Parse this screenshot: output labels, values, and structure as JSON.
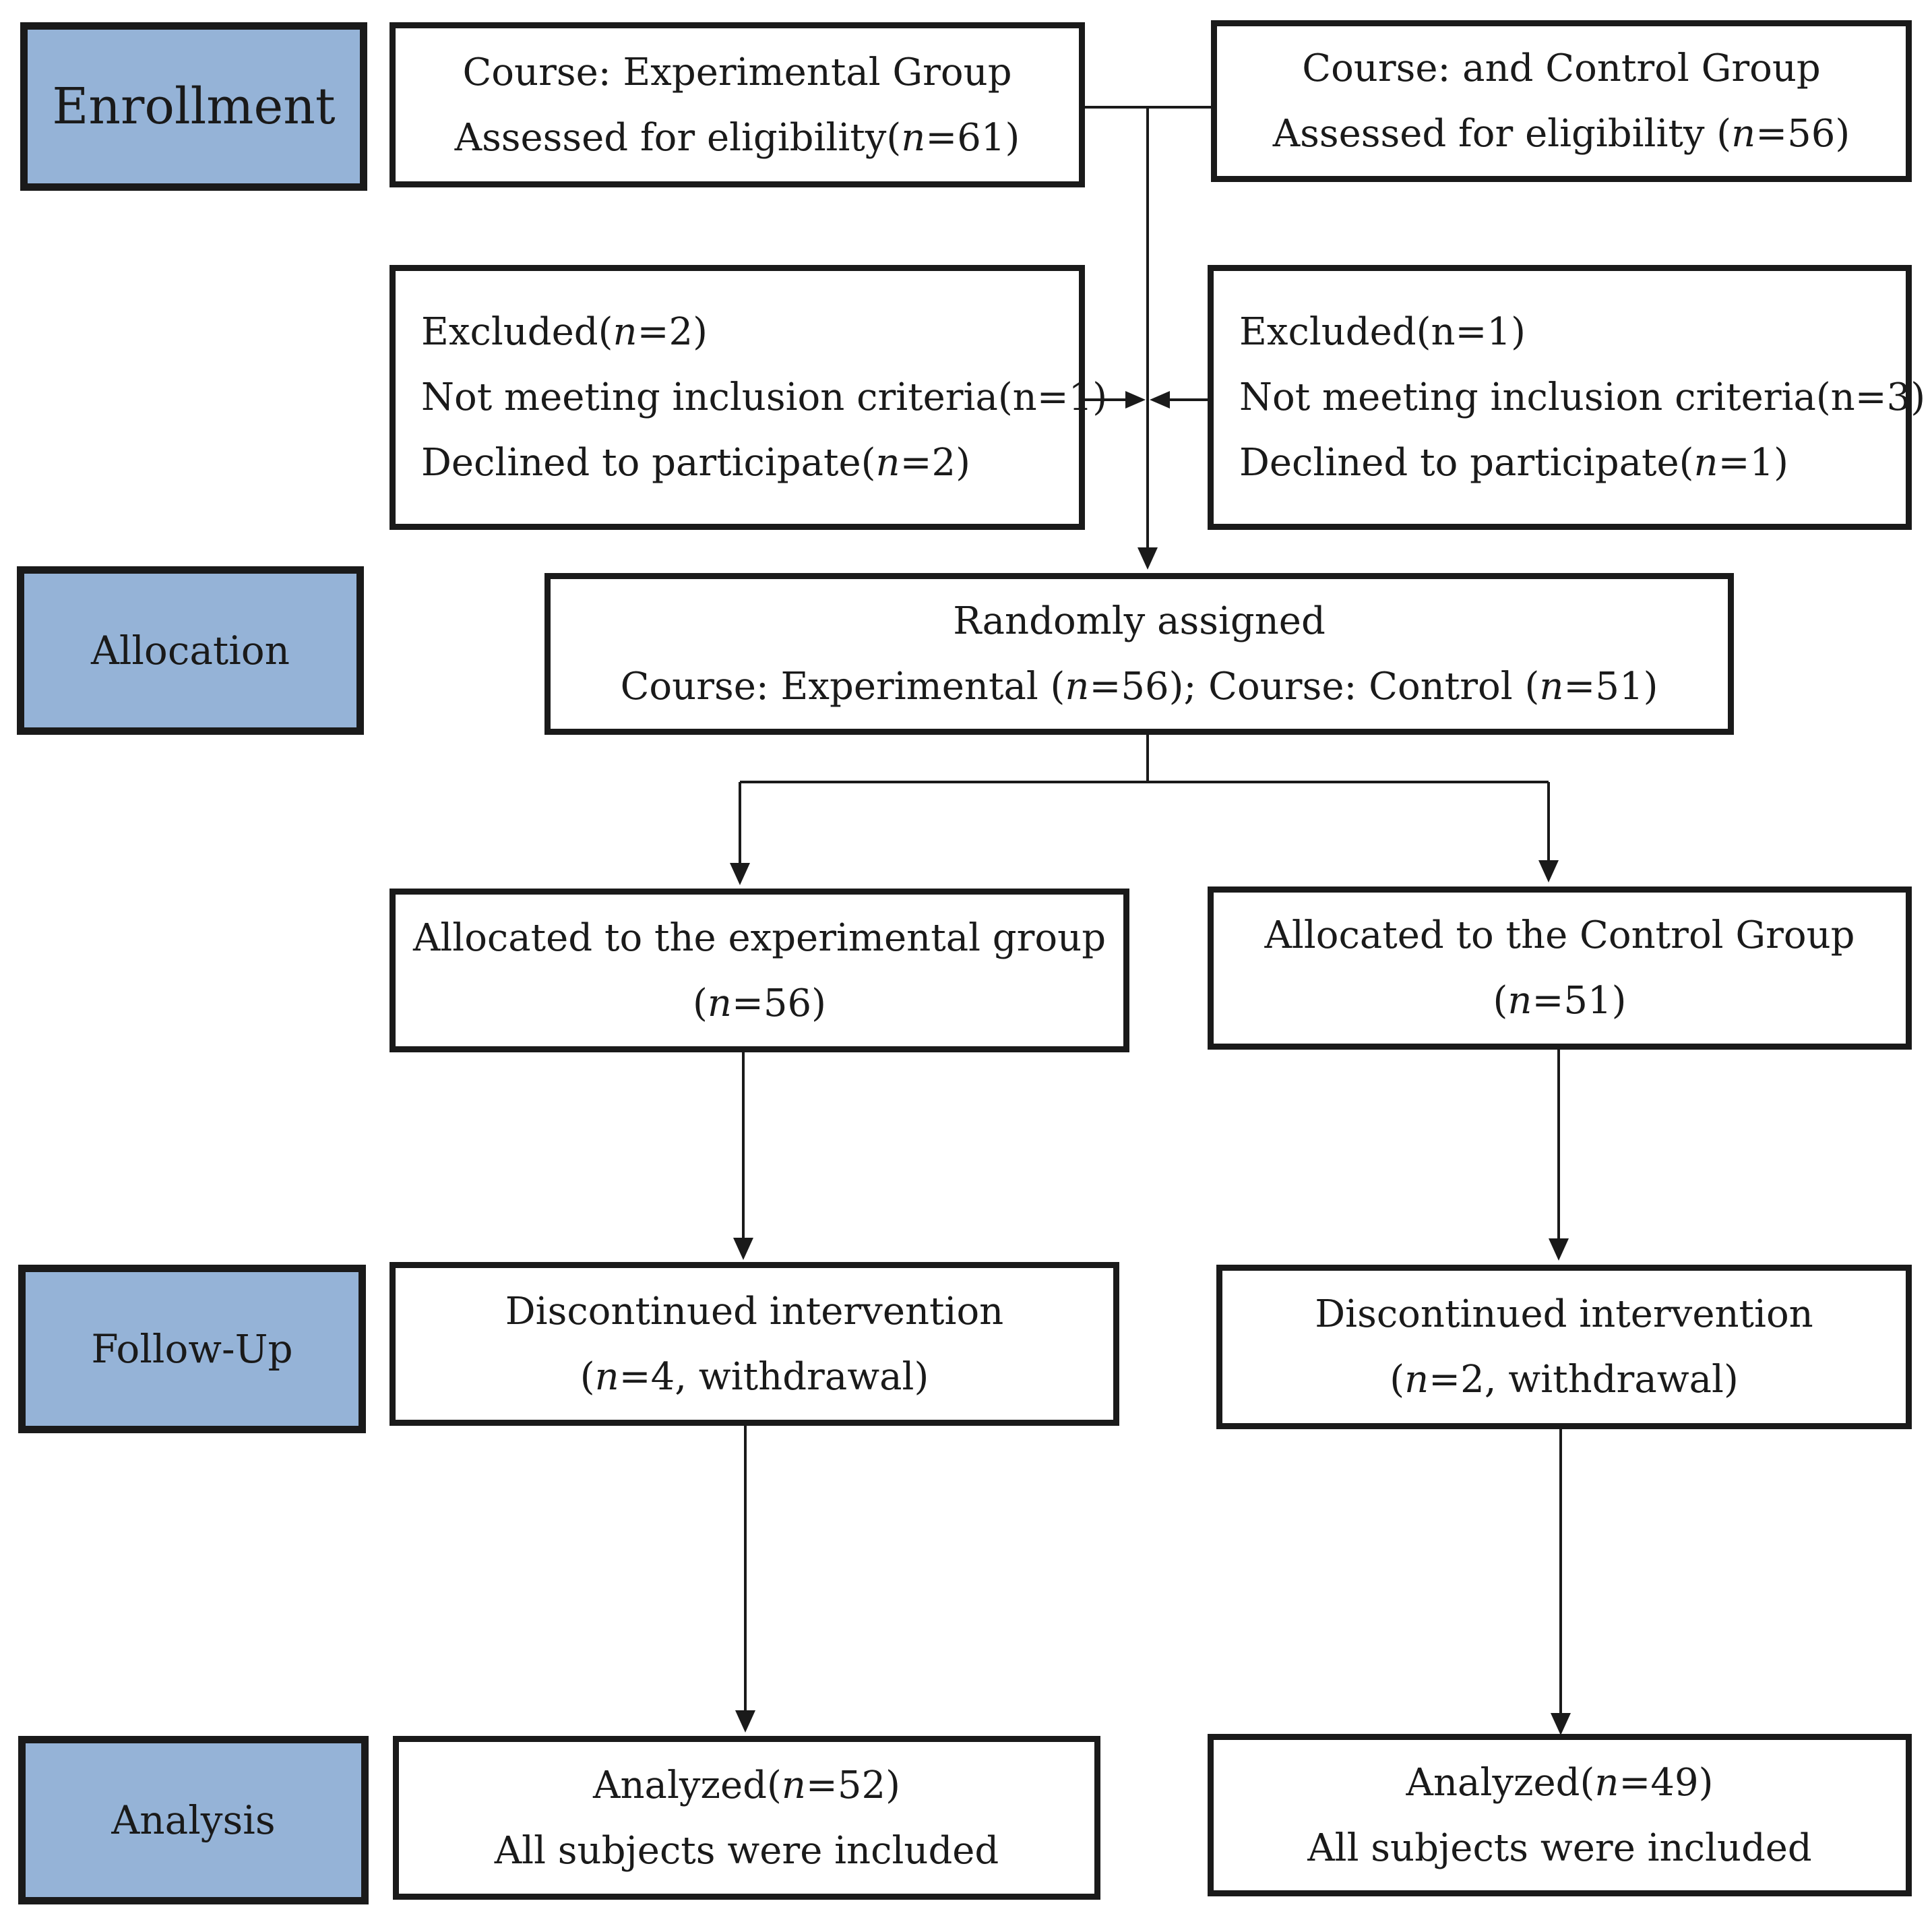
{
  "stages": {
    "enrollment": "Enrollment",
    "allocation": "Allocation",
    "follow_up": "Follow-Up",
    "analysis": "Analysis"
  },
  "enrollment": {
    "experimental": {
      "line1": "Course: Experimental Group",
      "line2_prefix": "Assessed for eligibility(",
      "line2_n": "n",
      "line2_suffix": "=61)"
    },
    "control": {
      "line1": "Course: and Control Group",
      "line2_prefix": "Assessed for eligibility (",
      "line2_n": "n",
      "line2_suffix": "=56)"
    }
  },
  "exclusion": {
    "experimental": {
      "excluded_prefix": "Excluded(",
      "excluded_n": "n",
      "excluded_suffix": "=2)",
      "not_meeting": "Not meeting inclusion criteria(n=1)",
      "declined_prefix": "Declined to participate(",
      "declined_n": "n",
      "declined_suffix": "=2)"
    },
    "control": {
      "excluded": "Excluded(n=1)",
      "not_meeting": "Not meeting inclusion criteria(n=3)",
      "declined_prefix": "Declined to participate(",
      "declined_n": "n",
      "declined_suffix": "=1)"
    }
  },
  "randomization": {
    "line1": "Randomly assigned",
    "line2_a": "Course: Experimental (",
    "line2_n1": "n",
    "line2_b": "=56); Course: Control (",
    "line2_n2": "n",
    "line2_c": "=51)"
  },
  "allocated": {
    "experimental": {
      "line1": "Allocated to the experimental group",
      "line2_prefix": "(",
      "line2_n": "n",
      "line2_suffix": "=56)"
    },
    "control": {
      "line1": "Allocated to the Control Group",
      "line2_prefix": "(",
      "line2_n": "n",
      "line2_suffix": "=51)"
    }
  },
  "followup": {
    "experimental": {
      "line1": "Discontinued intervention",
      "line2_prefix": "(",
      "line2_n": "n",
      "line2_suffix": "=4, withdrawal)"
    },
    "control": {
      "line1": "Discontinued intervention",
      "line2_prefix": "(",
      "line2_n": "n",
      "line2_suffix": "=2, withdrawal)"
    }
  },
  "analysis": {
    "experimental": {
      "line1_prefix": "Analyzed(",
      "line1_n": "n",
      "line1_suffix": "=52)",
      "line2": "All subjects were included"
    },
    "control": {
      "line1_prefix": "Analyzed(",
      "line1_n": "n",
      "line1_suffix": "=49)",
      "line2": "All subjects were included"
    }
  },
  "colors": {
    "stage_fill": "#95b3d7",
    "border": "#1a1a1a",
    "box_fill": "#ffffff"
  }
}
